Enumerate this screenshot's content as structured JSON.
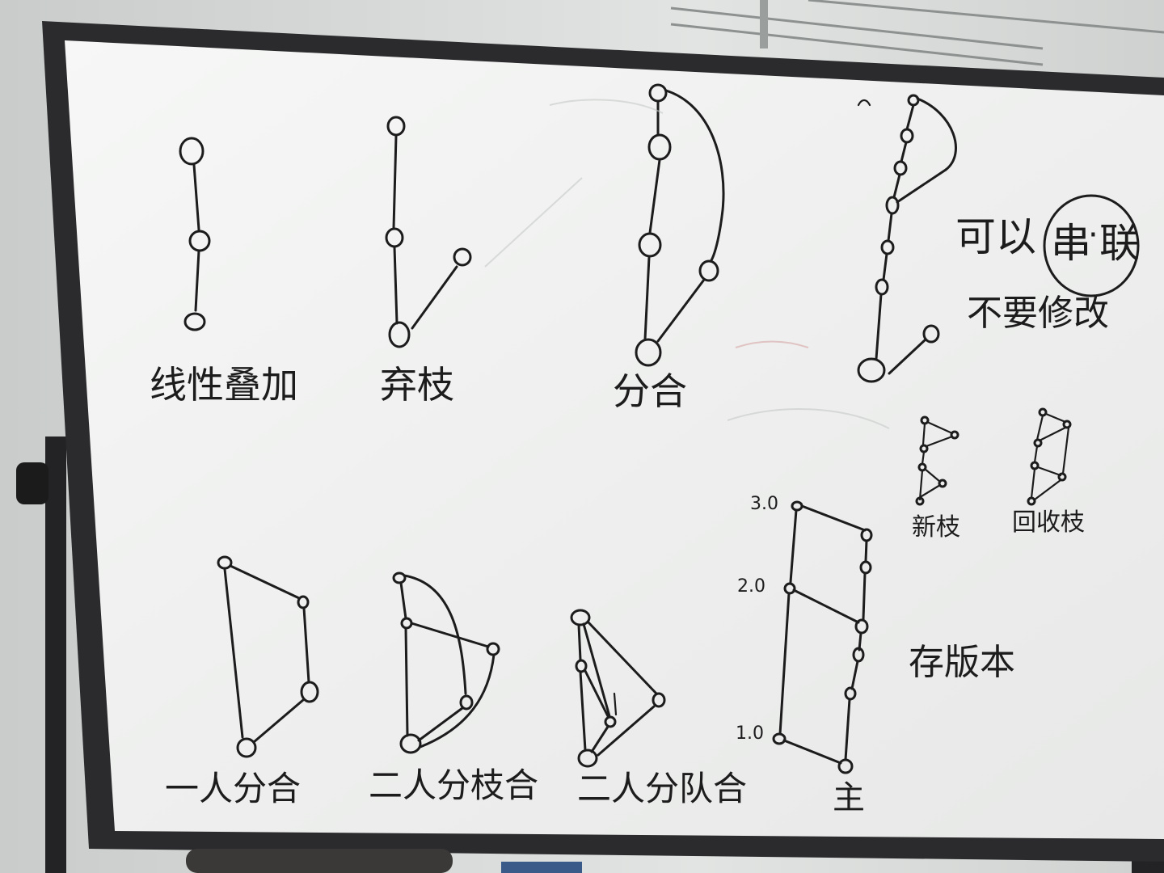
{
  "labels": {
    "linear": "线性叠加",
    "abandon": "弃枝",
    "split_merge": "分合",
    "can_chain_char1": "可以",
    "can_chain_circled": "串",
    "can_chain_dot": "·",
    "can_chain_char2": "联",
    "no_modify": "不要修改",
    "new_branch": "新枝",
    "recycle_branch": "回收枝",
    "one_person": "一人分合",
    "two_person_branch": "二人分枝合",
    "two_person_team": "二人分队合",
    "store_version": "存版本",
    "main": "主",
    "v3": "3.0",
    "v2": "2.0",
    "v1": "1.0"
  },
  "colors": {
    "board": "#f3f4f3",
    "frame": "#2b2b2d",
    "ink": "#1c1c1c",
    "wall": "#d7d9d8"
  }
}
